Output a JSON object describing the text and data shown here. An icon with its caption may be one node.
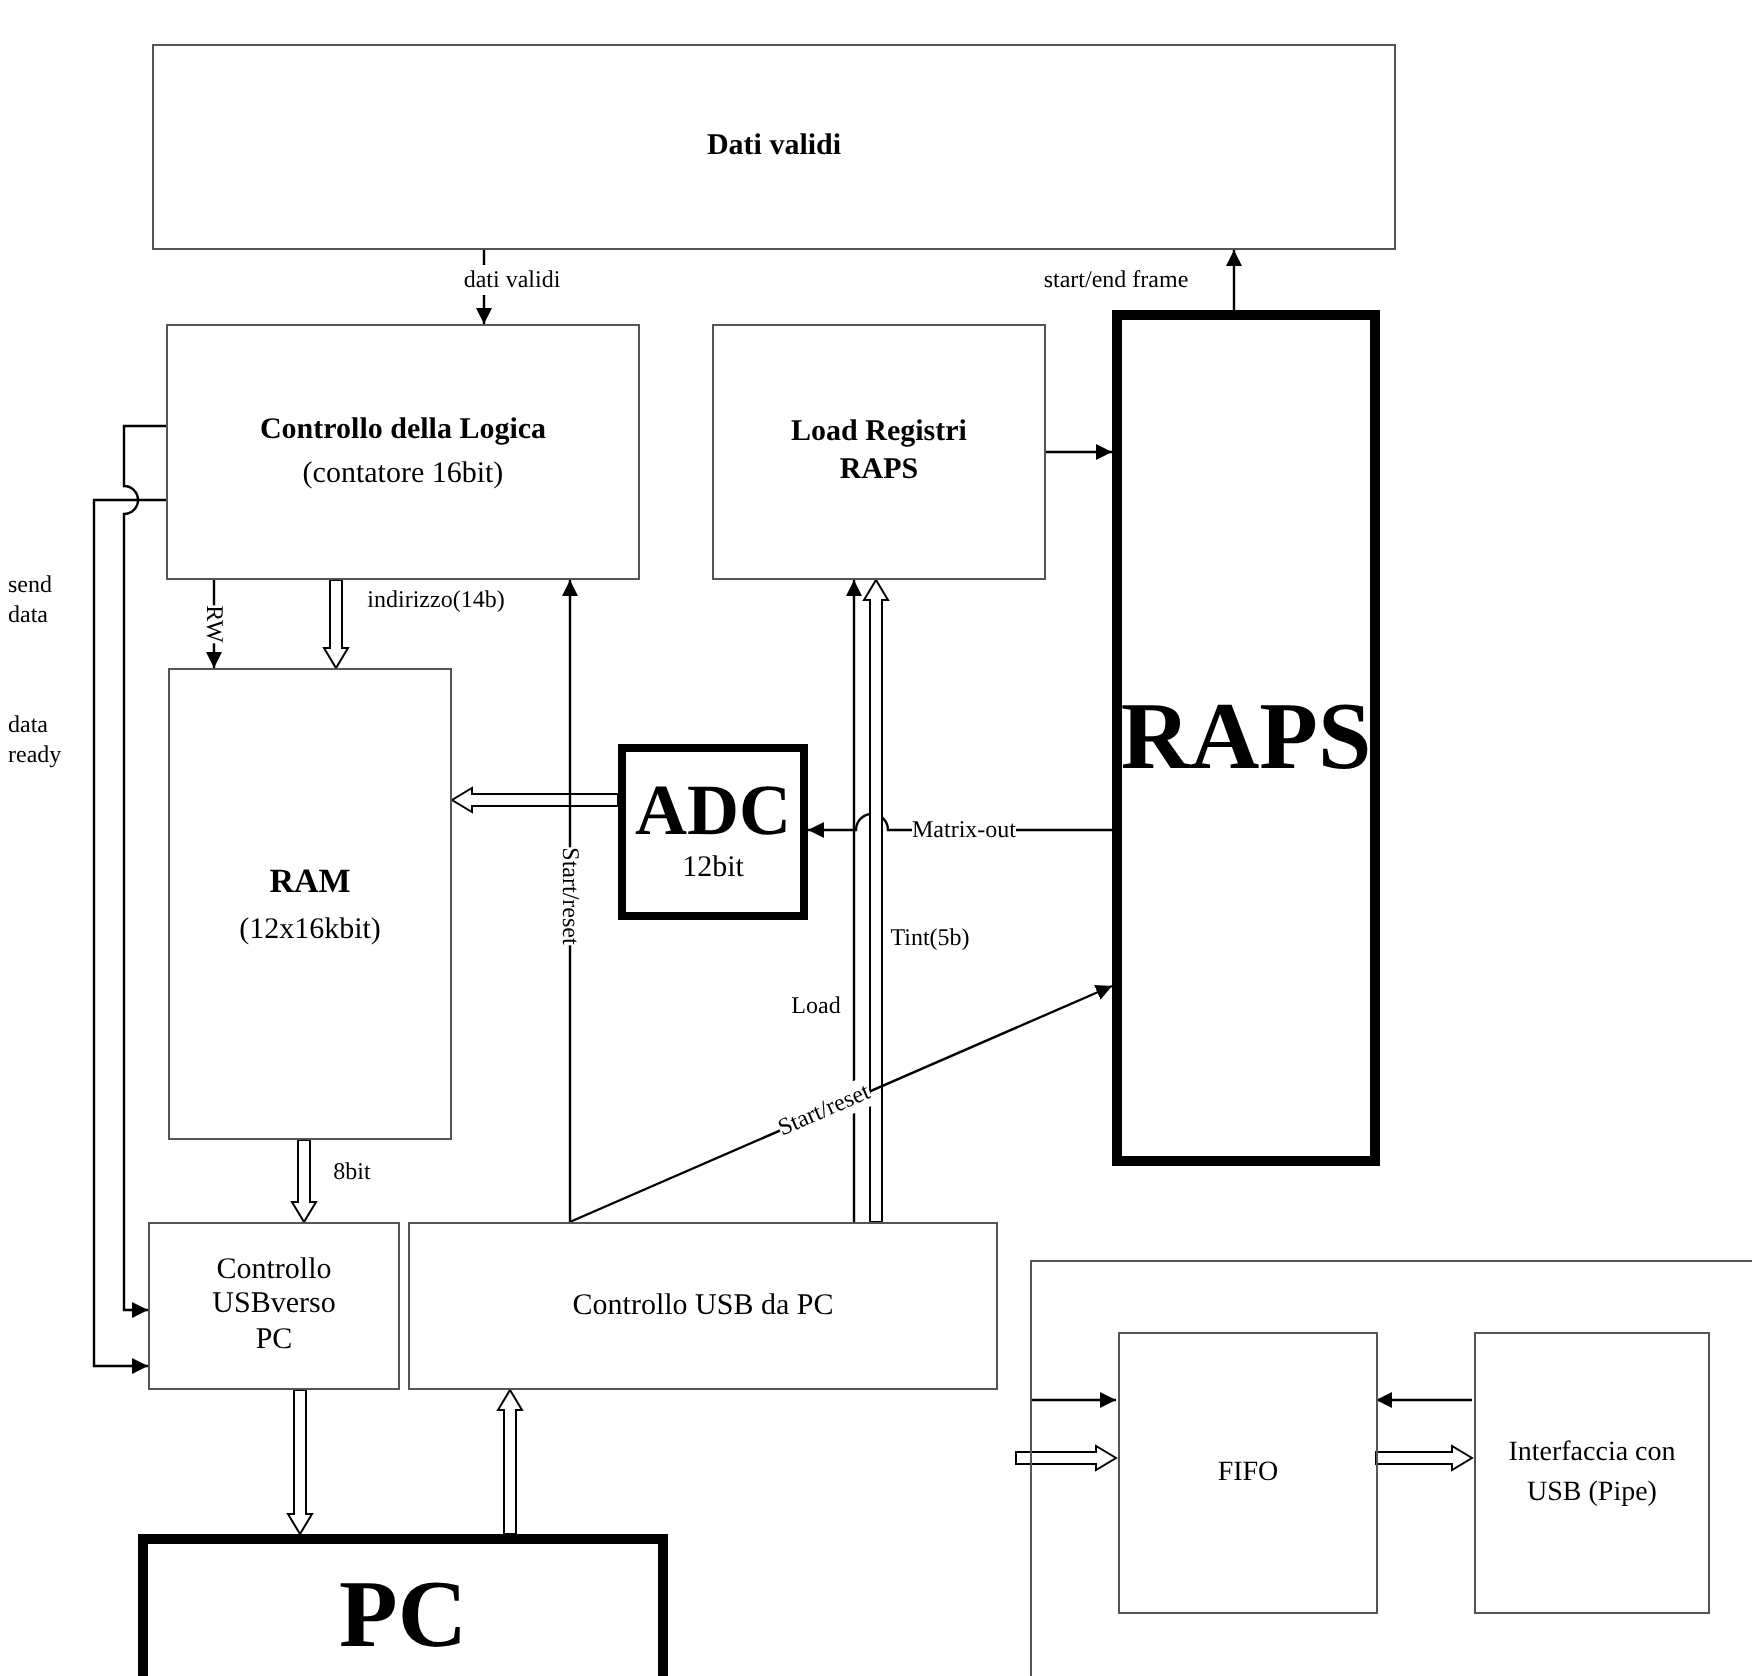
{
  "diagram": {
    "nodes": [
      {
        "text": [
          "Dati validi"
        ]
      },
      {
        "text": [
          "Controllo della Logica",
          "(contatore 16bit)"
        ]
      },
      {
        "text": [
          "Load Registri RAPS"
        ]
      },
      {
        "text": [
          "RAPS"
        ]
      },
      {
        "text": [
          "RAM",
          "(12x16kbit)"
        ]
      },
      {
        "text": [
          "ADC",
          "12bit"
        ]
      },
      {
        "text": [
          "Controllo USBverso PC"
        ]
      },
      {
        "text": [
          "Controllo USB da PC"
        ]
      },
      {
        "text": [
          "PC"
        ]
      },
      {
        "text": [],
        "shape": "box"
      },
      {
        "text": [
          "FIFO"
        ],
        "in": 9
      },
      {
        "text": [
          "Interfaccia con USB (Pipe)"
        ],
        "in": 9
      }
    ],
    "edges": [
      {
        "from": 0,
        "to": 1,
        "arrow": "to",
        "label": "dati validi"
      },
      {
        "from": 3,
        "to": 0,
        "arrow": "to",
        "label": "start/end frame"
      },
      {
        "from": 2,
        "to": 3,
        "arrow": "to"
      },
      {
        "from": 1,
        "to": 4,
        "arrow": "to",
        "label": "RW"
      },
      {
        "from": 1,
        "to": 4,
        "arrow": "to",
        "label": "indirizzo(14b)",
        "style": "thick"
      },
      {
        "from": 5,
        "to": 4,
        "arrow": "to",
        "style": "thick"
      },
      {
        "from": 7,
        "to": 1,
        "arrow": "to",
        "label": "Start/reset"
      },
      {
        "from": 3,
        "to": 5,
        "arrow": "to",
        "label": "Matrix-out"
      },
      {
        "from": 7,
        "to": 2,
        "arrow": "to",
        "label": "Load"
      },
      {
        "from": 7,
        "to": 2,
        "arrow": "to",
        "label": "Tint(5b)",
        "style": "thick"
      },
      {
        "from": 7,
        "to": 3,
        "arrow": "to",
        "label": "Start/reset"
      },
      {
        "from": 1,
        "to": 6,
        "arrow": "to",
        "label": "send data"
      },
      {
        "from": 1,
        "to": 6,
        "arrow": "to",
        "label": "data ready"
      },
      {
        "from": 4,
        "to": 6,
        "arrow": "to",
        "label": "8bit",
        "style": "thick"
      },
      {
        "from": 6,
        "to": 8,
        "arrow": "to",
        "style": "thick"
      },
      {
        "from": 8,
        "to": 7,
        "arrow": "to",
        "style": "thick"
      },
      {
        "from": null,
        "to": 10,
        "arrow": "to"
      },
      {
        "from": null,
        "to": 10,
        "arrow": "to",
        "style": "thick"
      },
      {
        "from": 11,
        "to": 10,
        "arrow": "to"
      },
      {
        "from": 10,
        "to": 11,
        "arrow": "to",
        "style": "thick"
      }
    ]
  }
}
